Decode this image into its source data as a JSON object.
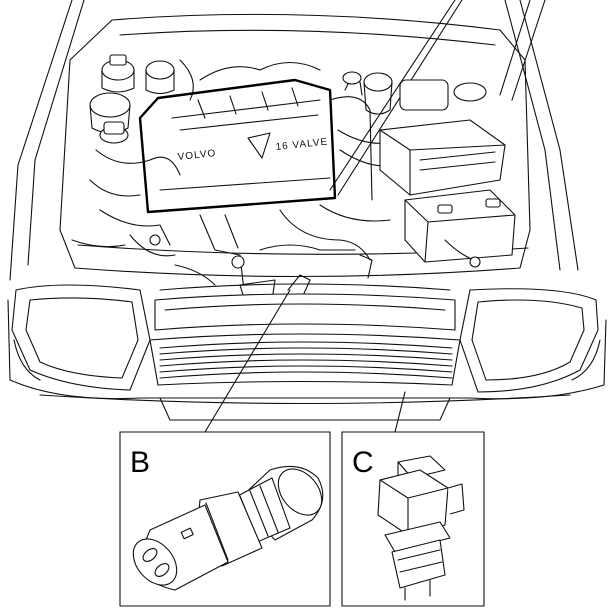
{
  "engine_cover": {
    "brand_text": "VOLVO",
    "valve_text": "16 VALVE"
  },
  "callouts": [
    {
      "label": "B"
    },
    {
      "label": "C"
    }
  ]
}
